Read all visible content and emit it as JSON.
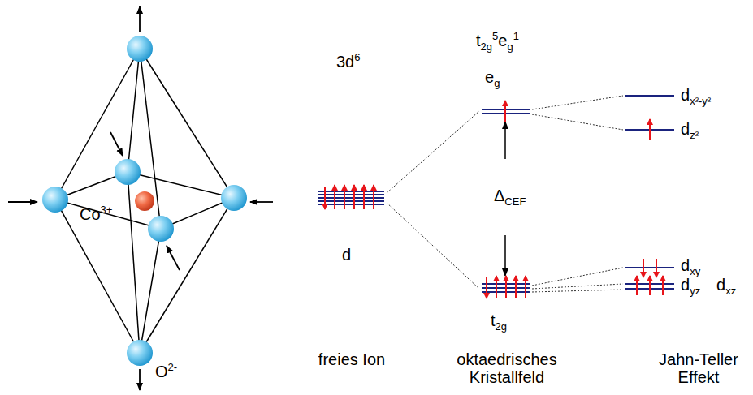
{
  "diagram": {
    "labels": [
      "Co",
      "3+",
      "O",
      "2-",
      "3d",
      "6",
      "t",
      "2g",
      "5",
      "e",
      "g",
      "1",
      "e",
      "g",
      "d",
      "Δ",
      "CEF",
      "t",
      "2g",
      "d",
      "x²-y²",
      "d",
      "z²",
      "d",
      "xy",
      "d",
      "yz",
      "d",
      "xz",
      "freies Ion",
      "oktaedrisches Kristallfeld",
      "Jahn-Teller Effekt"
    ]
  }
}
